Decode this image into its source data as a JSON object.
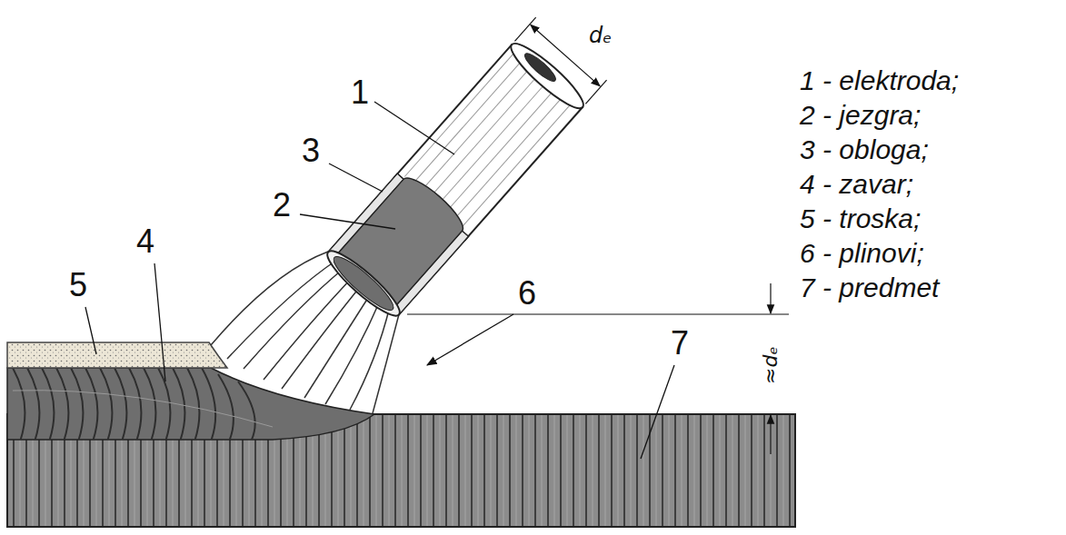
{
  "diagram": {
    "labels": [
      "1",
      "3",
      "2",
      "4",
      "5",
      "6",
      "7",
      "dₑ",
      "≈dₑ",
      "1 - elektroda;",
      "2 - jezgra;",
      "3 - obloga;",
      "4 - zavar;",
      "5 - troska;",
      "6 - plinovi;",
      "7 - predmet"
    ]
  }
}
